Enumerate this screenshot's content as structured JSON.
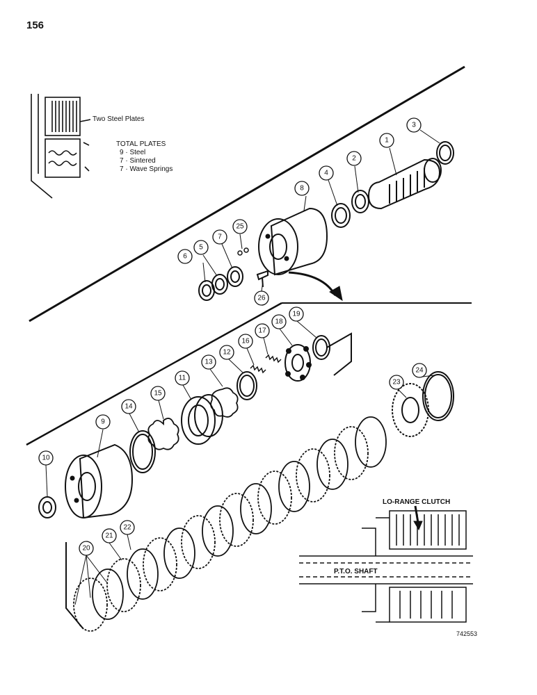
{
  "page_number": "156",
  "inset": {
    "plates_note": "Two Steel Plates",
    "total_title": "TOTAL PLATES",
    "rows": [
      {
        "count": "9",
        "name": "Steel"
      },
      {
        "count": "7",
        "name": "Sintered"
      },
      {
        "count": "7",
        "name": "Wave Springs"
      }
    ]
  },
  "section_view": {
    "lo_range_label": "LO-RANGE CLUTCH",
    "pto_shaft_label": "P.T.O. SHAFT"
  },
  "figure_id": "742553",
  "callouts": [
    "1",
    "2",
    "3",
    "4",
    "5",
    "6",
    "7",
    "8",
    "9",
    "10",
    "11",
    "12",
    "13",
    "14",
    "15",
    "16",
    "17",
    "18",
    "19",
    "20",
    "21",
    "22",
    "23",
    "24",
    "25",
    "26"
  ]
}
